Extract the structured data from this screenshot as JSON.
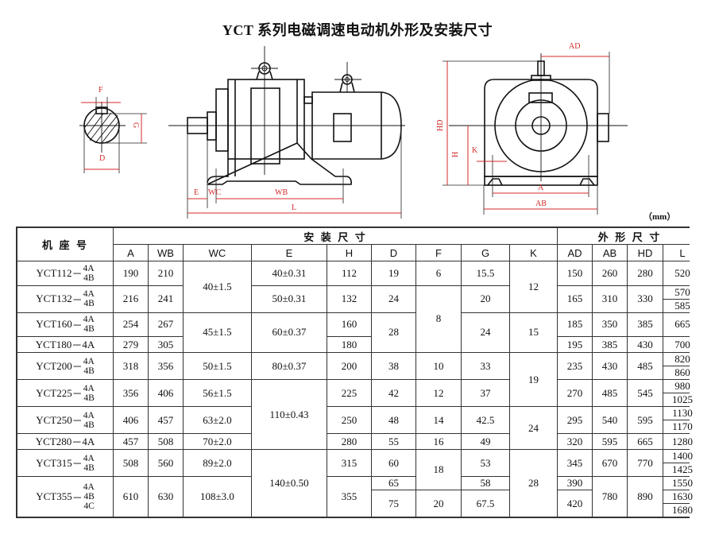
{
  "title": "YCT 系列电磁调速电动机外形及安装尺寸",
  "unit_note": "（mm）",
  "drawing": {
    "labels": {
      "F": "F",
      "G": "G",
      "D": "D",
      "E": "E",
      "WC": "WC",
      "WB": "WB",
      "L": "L",
      "AD": "AD",
      "HD": "HD",
      "H": "H",
      "K": "K",
      "A": "A",
      "AB": "AB"
    },
    "colors": {
      "dimension": "#d42a2a",
      "line": "#111111"
    }
  },
  "table": {
    "group_headers": {
      "model": "机 座 号",
      "install": "安 装 尺 寸",
      "outline": "外 形 尺 寸"
    },
    "columns": [
      "A",
      "WB",
      "WC",
      "E",
      "H",
      "D",
      "F",
      "G",
      "K",
      "AD",
      "AB",
      "HD",
      "L"
    ],
    "models": [
      {
        "base": "YCT112",
        "variants": [
          "4A",
          "4B"
        ]
      },
      {
        "base": "YCT132",
        "variants": [
          "4A",
          "4B"
        ]
      },
      {
        "base": "YCT160",
        "variants": [
          "4A",
          "4B"
        ]
      },
      {
        "base": "YCT180",
        "variants": [
          "4A"
        ]
      },
      {
        "base": "YCT200",
        "variants": [
          "4A",
          "4B"
        ]
      },
      {
        "base": "YCT225",
        "variants": [
          "4A",
          "4B"
        ]
      },
      {
        "base": "YCT250",
        "variants": [
          "4A",
          "4B"
        ]
      },
      {
        "base": "YCT280",
        "variants": [
          "4A"
        ]
      },
      {
        "base": "YCT315",
        "variants": [
          "4A",
          "4B"
        ]
      },
      {
        "base": "YCT355",
        "variants": [
          "4A",
          "4B",
          "4C"
        ]
      }
    ],
    "values": {
      "A": [
        "190",
        "216",
        "254",
        "279",
        "318",
        "356",
        "406",
        "457",
        "508",
        "610"
      ],
      "WB": [
        "210",
        "241",
        "267",
        "305",
        "356",
        "406",
        "457",
        "508",
        "560",
        "630"
      ],
      "WC": [
        "40±1.5",
        "45±1.5",
        "50±1.5",
        "56±1.5",
        "63±2.0",
        "70±2.0",
        "89±2.0",
        "108±3.0"
      ],
      "E": [
        "40±0.31",
        "50±0.31",
        "60±0.37",
        "80±0.37",
        "110±0.43",
        "140±0.50"
      ],
      "H": [
        "112",
        "132",
        "160",
        "180",
        "200",
        "225",
        "250",
        "280",
        "315",
        "355"
      ],
      "D": [
        "19",
        "24",
        "28",
        "38",
        "42",
        "48",
        "55",
        "60",
        "65",
        "75"
      ],
      "F": [
        "6",
        "8",
        "10",
        "12",
        "14",
        "16",
        "18",
        "20"
      ],
      "G": [
        "15.5",
        "20",
        "24",
        "33",
        "37",
        "42.5",
        "49",
        "53",
        "58",
        "67.5"
      ],
      "K": [
        "12",
        "15",
        "19",
        "24",
        "28"
      ],
      "AD": [
        "150",
        "165",
        "185",
        "195",
        "235",
        "270",
        "295",
        "320",
        "345",
        "390",
        "420"
      ],
      "AB": [
        "260",
        "310",
        "350",
        "385",
        "430",
        "485",
        "540",
        "595",
        "670",
        "780"
      ],
      "HD": [
        "280",
        "330",
        "385",
        "430",
        "485",
        "545",
        "595",
        "665",
        "770",
        "890"
      ],
      "L": [
        "520",
        "570",
        "585",
        "665",
        "700",
        "820",
        "860",
        "980",
        "1025",
        "1130",
        "1170",
        "1280",
        "1400",
        "1425",
        "1550",
        "1630",
        "1680"
      ]
    }
  }
}
